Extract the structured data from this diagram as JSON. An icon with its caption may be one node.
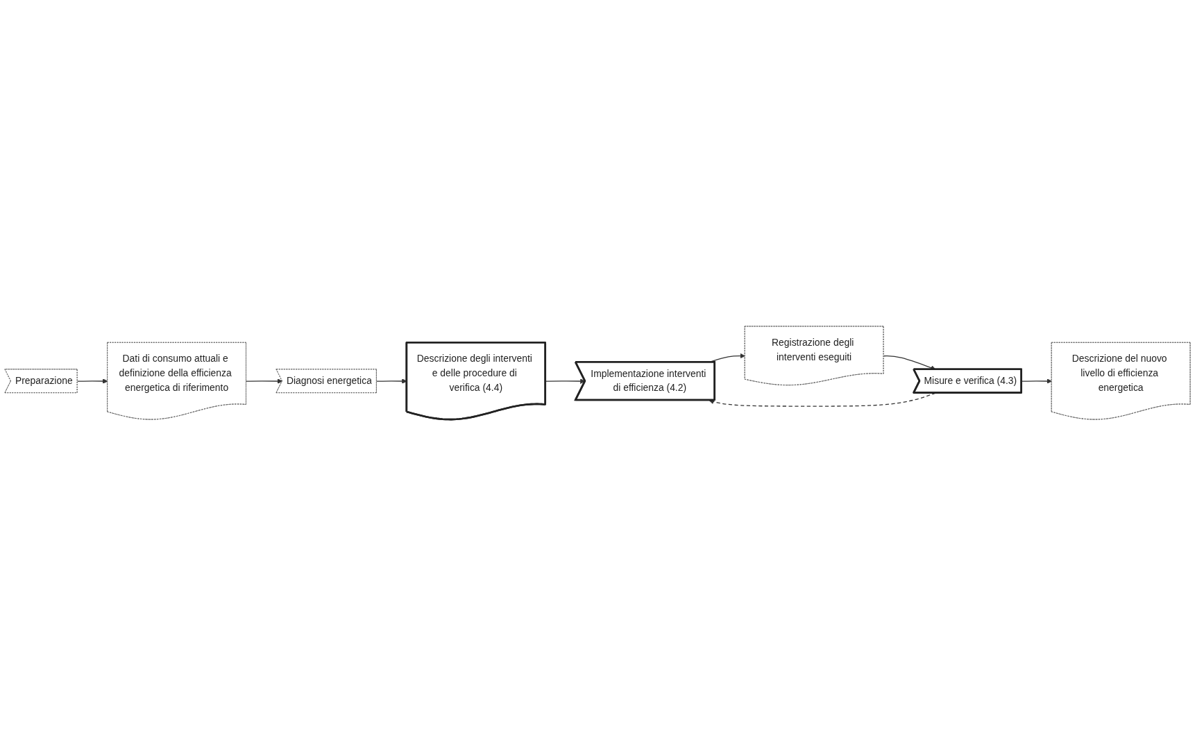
{
  "diagram": {
    "nodes": [
      {
        "text": [
          "Preparazione"
        ]
      },
      {
        "text": [
          "Diagnosi energetica"
        ]
      },
      {
        "text": [
          "Implementazione interventi di efficienza (4.2)"
        ]
      },
      {
        "text": [
          "Misure e verifica (4.3)"
        ]
      },
      {
        "text": [
          "Dati di consumo attuali e definizione della efficienza energetica di riferimento"
        ]
      },
      {
        "text": [
          "Descrizione degli interventi e delle procedure di verifica (4.4)"
        ]
      },
      {
        "text": [
          "Registrazione degli interventi eseguiti"
        ]
      },
      {
        "text": [
          "Descrizione del nuovo livello di efficienza energetica"
        ]
      }
    ],
    "edges": [
      {
        "from": 0,
        "to": 4,
        "arrow": "to"
      },
      {
        "from": 4,
        "to": 1,
        "arrow": "to"
      },
      {
        "from": 1,
        "to": 5,
        "arrow": "to"
      },
      {
        "from": 5,
        "to": 2,
        "arrow": "to"
      },
      {
        "from": 2,
        "to": 6,
        "arrow": "to"
      },
      {
        "from": 6,
        "to": 3,
        "arrow": "to"
      },
      {
        "from": 3,
        "to": 7,
        "arrow": "to"
      },
      {
        "from": 3,
        "to": 2,
        "arrow": "to",
        "style": "dashed"
      }
    ]
  }
}
